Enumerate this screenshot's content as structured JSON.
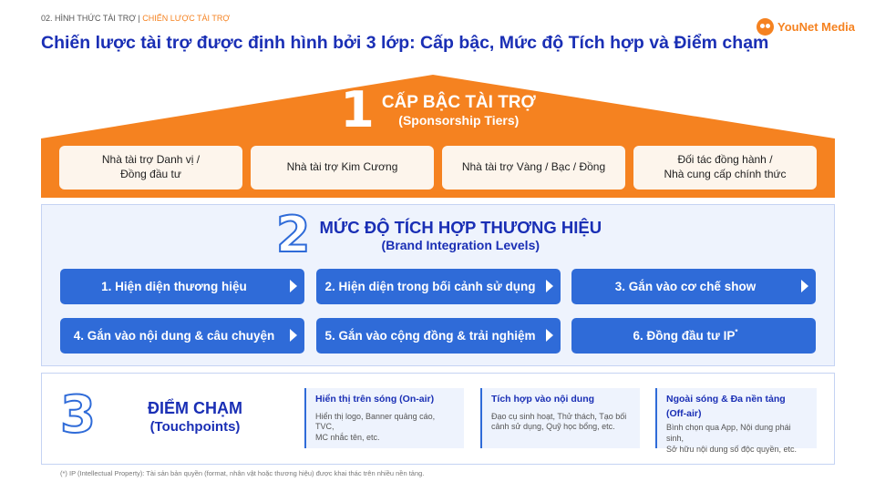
{
  "breadcrumb": {
    "section": "02. HÌNH THỨC TÀI TRỢ",
    "separator": "|",
    "current": "CHIẾN LƯỢC TÀI TRỢ"
  },
  "logo": {
    "text": "YouNet Media",
    "icon": "younet-logo-icon"
  },
  "title": "Chiến lược tài trợ được định hình bởi 3 lớp: Cấp bậc, Mức độ Tích hợp và Điểm chạm",
  "colors": {
    "orange": "#f58220",
    "blue": "#2f6bd8",
    "navy": "#1a2fb5",
    "layer2_bg": "#eef3fd"
  },
  "layer1": {
    "number": "1",
    "title": "CẤP BẬC TÀI TRỢ",
    "subtitle": "(Sponsorship Tiers)",
    "tiers": [
      {
        "line1": "Nhà tài trợ Danh vị /",
        "line2": "Đồng đầu tư"
      },
      {
        "line1": "Nhà tài trợ Kim Cương",
        "line2": ""
      },
      {
        "line1": "Nhà tài trợ Vàng / Bạc / Đồng",
        "line2": ""
      },
      {
        "line1": "Đối tác đồng hành /",
        "line2": "Nhà cung cấp chính thức"
      }
    ]
  },
  "layer2": {
    "number": "2",
    "title": "MỨC ĐỘ TÍCH HỢP THƯƠNG HIỆU",
    "subtitle": "(Brand Integration Levels)",
    "levels": [
      {
        "label": "1. Hiện diện thương hiệu",
        "sup": ""
      },
      {
        "label": "2. Hiện diện trong bối cảnh sử dụng",
        "sup": ""
      },
      {
        "label": "3. Gắn vào cơ chế show",
        "sup": ""
      },
      {
        "label": "4. Gắn vào nội dung & câu chuyện",
        "sup": ""
      },
      {
        "label": "5. Gắn vào cộng đồng & trải nghiệm",
        "sup": ""
      },
      {
        "label": "6. Đồng đầu tư IP",
        "sup": "*"
      }
    ]
  },
  "layer3": {
    "number": "3",
    "title": "ĐIỂM CHẠM",
    "subtitle": "(Touchpoints)",
    "touchpoints": [
      {
        "heading": "Hiển thị trên sóng (On-air)",
        "heading2": "",
        "desc1": "Hiển thị logo, Banner quảng cáo, TVC,",
        "desc2": "MC nhắc tên, etc."
      },
      {
        "heading": "Tích hợp vào nội dung",
        "heading2": "",
        "desc1": "Đạo cụ sinh hoạt, Thử thách, Tạo bối",
        "desc2": "cảnh sử dụng, Quỹ học bổng, etc."
      },
      {
        "heading": "Ngoài sóng & Đa nền tảng",
        "heading2": "(Off-air)",
        "desc1": "Bình chọn qua App, Nội dung phái sinh,",
        "desc2": "Sở hữu nội dung số độc quyền, etc."
      }
    ]
  },
  "footnote": "(*) IP (Intellectual Property): Tài sản bản quyền (format, nhân vật hoặc thương hiệu) được khai thác trên nhiều nền tảng."
}
